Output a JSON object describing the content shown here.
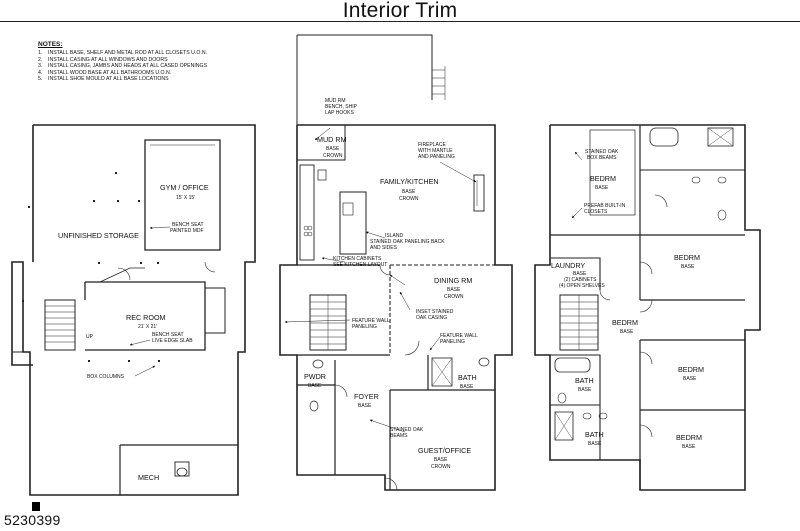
{
  "title": "Interior Trim",
  "notes": {
    "heading": "NOTES:",
    "items": [
      {
        "num": "1.",
        "text": "INSTALL BASE, SHELF AND METAL ROD AT ALL CLOSETS U.O.N."
      },
      {
        "num": "2.",
        "text": "INSTALL CASING AT ALL WINDOWS AND DOORS"
      },
      {
        "num": "3.",
        "text": "INSTALL CASING, JAMBS AND HEADS AT ALL CASED OPENINGS"
      },
      {
        "num": "4.",
        "text": "INSTALL WOOD BASE AT ALL BATHROOMS U.O.N."
      },
      {
        "num": "5.",
        "text": "INSTALL SHOE MOULD AT ALL BASE LOCATIONS"
      }
    ]
  },
  "basement": {
    "unfinished_storage": "UNFINISHED STORAGE",
    "gym_office": "GYM / OFFICE",
    "gym_dims": "15' X 15'",
    "bench_seat_1": "BENCH SEAT",
    "bench_seat_2": "PAINTED MDF",
    "rec_room": "REC ROOM",
    "rec_dims": "21' X 21'",
    "rec_bench_1": "BENCH SEAT",
    "rec_bench_2": "LIVE EDGE SLAB",
    "box_columns": "BOX COLUMNS",
    "mech": "MECH",
    "up": "UP"
  },
  "first_floor": {
    "mud_rm_bench_1": "MUD RM",
    "mud_rm_bench_2": "BENCH, SHIP",
    "mud_rm_bench_3": "LAP HOOKS",
    "mud_rm": "MUD RM",
    "mud_base": "BASE",
    "mud_crown": "CROWN",
    "fireplace_1": "FIREPLACE",
    "fireplace_2": "WITH MANTLE",
    "fireplace_3": "AND PANELING",
    "family_kitchen": "FAMILY/KITCHEN",
    "fk_base": "BASE",
    "fk_crown": "CROWN",
    "island_1": "ISLAND",
    "island_2": "STAINED OAK PANELING BACK",
    "island_3": "AND SIDES",
    "kitchen_cab_1": "KITCHEN CABINETS",
    "kitchen_cab_2": "SEE KITCHEN LAYOUT",
    "dining_rm": "DINING RM",
    "dining_base": "BASE",
    "dining_crown": "CROWN",
    "inset_1": "INSET STAINED",
    "inset_2": "OAK CASING",
    "feature_wall_1a": "FEATURE WALL",
    "feature_wall_1b": "PANELING",
    "feature_wall_2a": "FEATURE WALL",
    "feature_wall_2b": "PANELING",
    "pwdr": "PWDR",
    "pwdr_base": "BASE",
    "foyer": "FOYER",
    "foyer_base": "BASE",
    "bath": "BATH",
    "bath_base": "BASE",
    "stained_oak_1": "STAINED OAK",
    "stained_oak_2": "BEAMS",
    "guest_office": "GUEST/OFFICE",
    "guest_base": "BASE",
    "guest_crown": "CROWN"
  },
  "second_floor": {
    "box_beams_1": "STAINED OAK",
    "box_beams_2": "BOX BEAMS",
    "bedrm_1": "BEDRM",
    "bedrm_1_base": "BASE",
    "prefab_1": "PREFAB BUILT-IN",
    "prefab_2": "CLOSETS",
    "laundry": "LAUNDRY",
    "laundry_base": "BASE",
    "laundry_cab": "(2) CABINETS",
    "laundry_shelves": "(4) OPEN SHELVES",
    "bedrm_2": "BEDRM",
    "bedrm_2_base": "BASE",
    "bedrm_3": "BEDRM",
    "bedrm_3_base": "BASE",
    "bath_1": "BATH",
    "bath_1_base": "BASE",
    "bedrm_4": "BEDRM",
    "bedrm_4_base": "BASE",
    "bath_2": "BATH",
    "bath_2_base": "BASE",
    "bedrm_5": "BEDRM",
    "bedrm_5_base": "BASE"
  },
  "listing_id": "5230399"
}
